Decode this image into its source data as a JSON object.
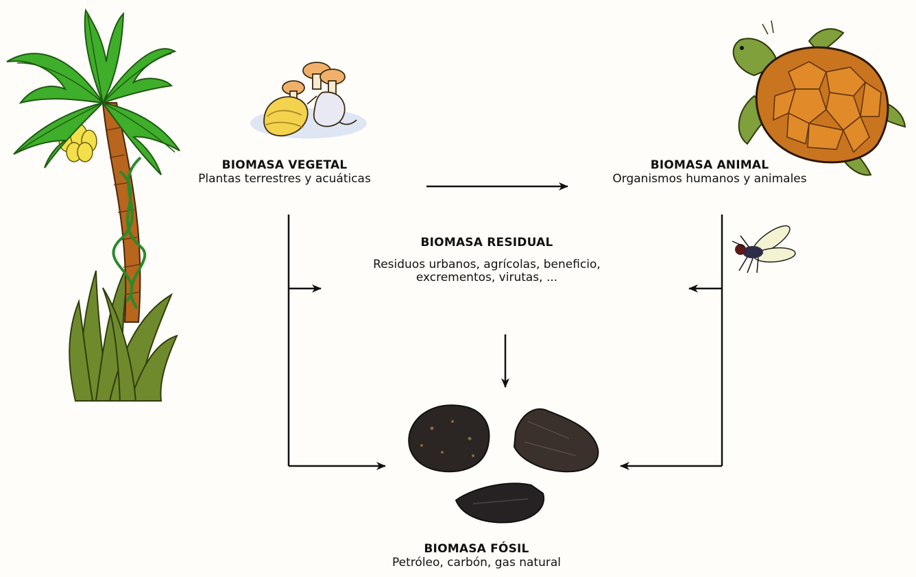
{
  "vegetal": {
    "title": "BIOMASA VEGETAL",
    "subtitle": "Plantas terrestres y  acuáticas"
  },
  "animal": {
    "title": "BIOMASA ANIMAL",
    "subtitle": "Organismos humanos y animales"
  },
  "residual": {
    "title": "BIOMASA RESIDUAL",
    "line1": "Residuos urbanos, agrícolas, beneficio,",
    "line2": "excrementos, virutas, ..."
  },
  "fosil": {
    "title": "BIOMASA FÓSIL",
    "subtitle": "Petróleo, carbón, gas natural"
  },
  "colors": {
    "leaf": "#3fae2a",
    "leaf_dark": "#1e6a16",
    "trunk": "#b8651e",
    "banana": "#f2e04a",
    "grass": "#6f8a2c",
    "shell": "#c9741f",
    "shell_plate": "#e08a2a",
    "turtle_skin": "#7fa03a",
    "rock": "#2b2523",
    "arrow": "#111111"
  }
}
